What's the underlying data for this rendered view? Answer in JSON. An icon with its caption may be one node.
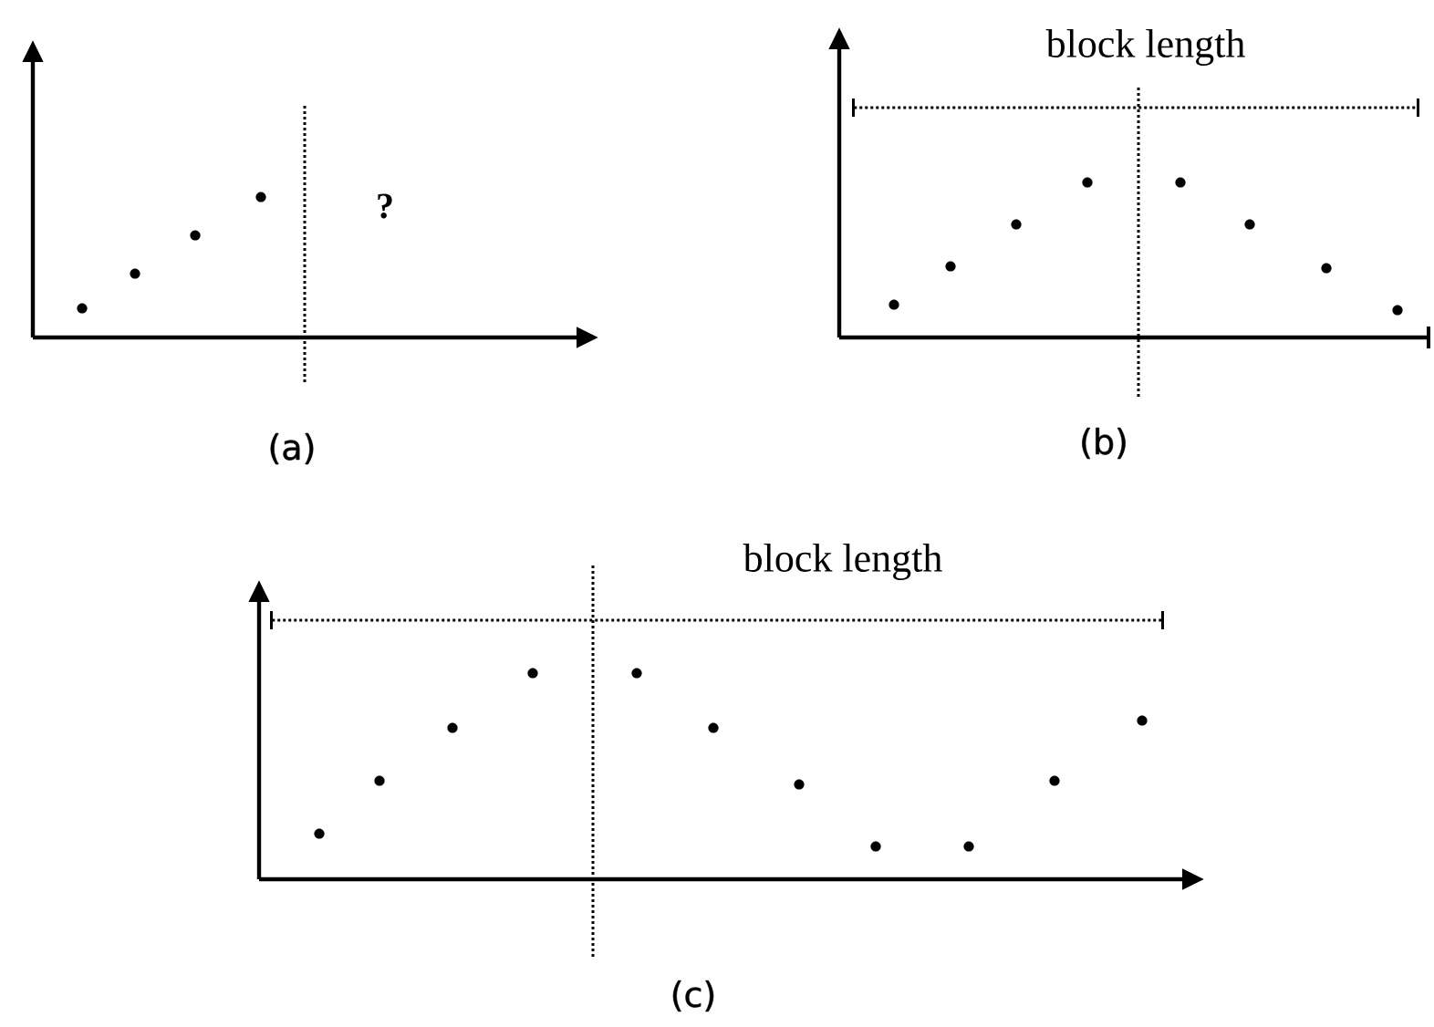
{
  "diagram": {
    "labels": [
      "block length",
      "?",
      "(a)",
      "(b)",
      "block length",
      "(c)"
    ]
  }
}
